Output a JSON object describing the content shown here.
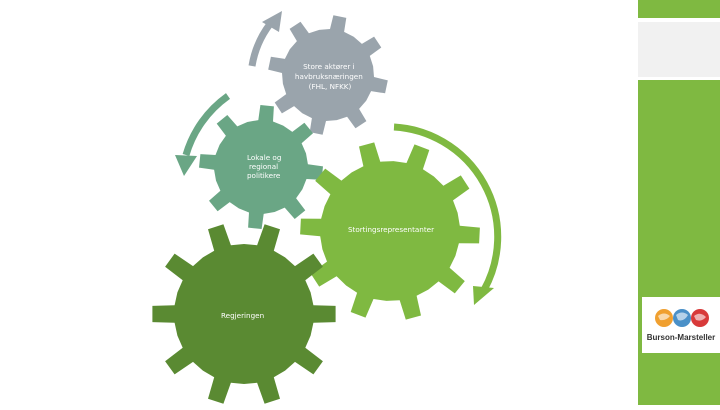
{
  "gears": [
    {
      "id": "store-aktorer",
      "lines": [
        "Store aktører i",
        "havbruksnæringen",
        "(FHL, NFKK)"
      ]
    },
    {
      "id": "lokale",
      "lines": [
        "Lokale og",
        "regional",
        "politikere"
      ]
    },
    {
      "id": "storting",
      "lines": [
        "Stortingsrepresentanter"
      ]
    },
    {
      "id": "regjeringen",
      "lines": [
        "Regjeringen"
      ]
    }
  ],
  "logo": {
    "text": "Burson-Marsteller"
  },
  "colors": {
    "gear_gray": "#9aa4ac",
    "gear_teal": "#6aa685",
    "gear_light_green": "#7fb941",
    "gear_dark_green": "#5a8a32",
    "arrow_gray": "#9aa4ac",
    "arrow_green": "#6aa685",
    "arrow_light_green": "#7fb941",
    "sidebar_green": "#7fb941"
  }
}
